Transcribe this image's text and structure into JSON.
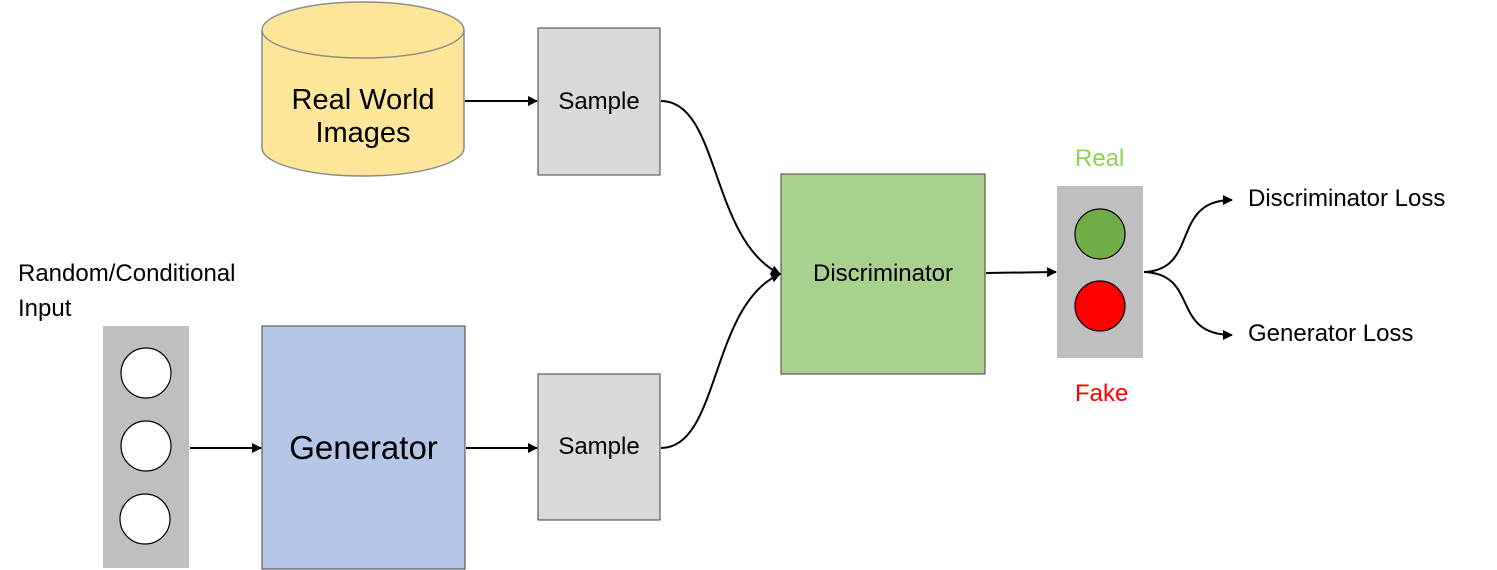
{
  "nodes": {
    "real_world": {
      "line1": "Real World",
      "line2": "Images"
    },
    "sample_top": {
      "label": "Sample"
    },
    "sample_bottom": {
      "label": "Sample"
    },
    "generator": {
      "label": "Generator"
    },
    "discriminator": {
      "label": "Discriminator"
    },
    "input": {
      "line1": "Random/Conditional",
      "line2": "Input"
    },
    "real_label": {
      "label": "Real"
    },
    "fake_label": {
      "label": "Fake"
    },
    "discriminator_loss": {
      "label": "Discriminator Loss"
    },
    "generator_loss": {
      "label": "Generator Loss"
    }
  },
  "colors": {
    "database_fill": "#fde699",
    "sample_fill": "#d9d9d9",
    "generator_fill": "#b4c7e7",
    "discriminator_fill": "#a9d18e",
    "panel_fill": "#bfbfbf",
    "real_light": "#70ad47",
    "fake_light": "#ff0000",
    "real_text": "#92d050",
    "fake_text": "#ff0000"
  }
}
